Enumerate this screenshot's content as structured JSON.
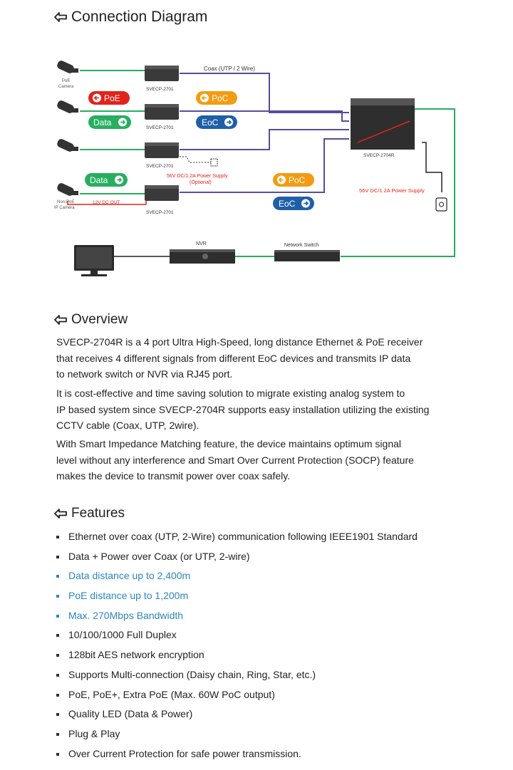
{
  "connection": {
    "title": "Connection Diagram"
  },
  "diagram": {
    "coax_label": "Coax (UTP / 2 Wire)",
    "poe_camera_label": "PoE\nCamera",
    "nonpoe_camera_label": "Non-PoE\nIP Camera",
    "transmitter_label": "SVECP-2701",
    "receiver_label": "SVECP-2704R",
    "poe_badge": "PoE",
    "poc_badge": "PoC",
    "data_badge": "Data",
    "eoc_badge": "EoC",
    "ps_small_label": "56V DC/1.2A Power Supply",
    "ps_optional": "(Optional)",
    "ps_main_label": "56V DC/1.2A Power Supply",
    "dc_out_label": "12V DC OUT",
    "nvr_label": "NVR",
    "switch_label": "Network Switch",
    "colors": {
      "green": "#27ae60",
      "purple": "#5b4a9e",
      "red": "#e2231a",
      "orange": "#f39c12",
      "blue": "#1f5fa8"
    }
  },
  "overview": {
    "title": "Overview",
    "paragraphs": [
      [
        "SVECP-2704R is a 4 port Ultra High-Speed, long distance Ethernet & PoE receiver",
        "that receives 4 different signals from different EoC devices and transmits IP data",
        "to network switch or NVR via RJ45 port."
      ],
      [
        "It is cost-effective and time saving solution to migrate existing analog system to",
        "IP based system since SVECP-2704R supports easy installation utilizing the existing",
        "CCTV cable (Coax, UTP, 2wire)."
      ],
      [
        "With Smart Impedance Matching feature, the device maintains optimum signal",
        "level without any interference and Smart Over Current Protection (SOCP) feature",
        "makes the device to transmit power over coax safely."
      ]
    ]
  },
  "features": {
    "title": "Features",
    "items": [
      {
        "text": "Ethernet over coax (UTP, 2-Wire) communication following IEEE1901 Standard",
        "highlight": false
      },
      {
        "text": "Data + Power over Coax (or UTP, 2-wire)",
        "highlight": false
      },
      {
        "text": "Data distance up to 2,400m",
        "highlight": true
      },
      {
        "text": "PoE distance up to 1,200m",
        "highlight": true
      },
      {
        "text": "Max. 270Mbps Bandwidth",
        "highlight": true
      },
      {
        "text": "10/100/1000 Full Duplex",
        "highlight": false
      },
      {
        "text": "128bit AES network encryption",
        "highlight": false
      },
      {
        "text": "Supports Multi-connection (Daisy chain, Ring, Star, etc.)",
        "highlight": false
      },
      {
        "text": "PoE, PoE+, Extra PoE (Max. 60W PoC output)",
        "highlight": false
      },
      {
        "text": "Quality LED (Data & Power)",
        "highlight": false
      },
      {
        "text": "Plug & Play",
        "highlight": false
      },
      {
        "text": "Over Current Protection for safe power transmission.",
        "highlight": false
      }
    ]
  }
}
